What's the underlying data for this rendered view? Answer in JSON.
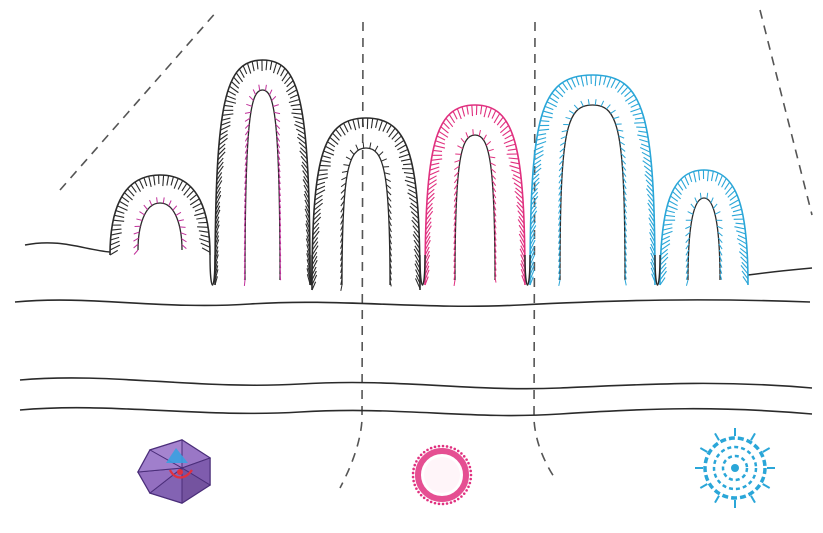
{
  "diagram": {
    "kind": "villi-cross-section-illustration",
    "colors": {
      "outline": "#2a2a2a",
      "guide_dash": "#555555",
      "magenta": "#c0309a",
      "pink": "#e0307f",
      "cyan": "#2aa6d8",
      "virus_face": "#8a67b8",
      "virus_edge": "#4b2e7a",
      "virus_core_blue": "#3aa0e0",
      "virus_core_red": "#e03040"
    },
    "villi": [
      {
        "id": "villus-1",
        "brush_color": "outline",
        "tip_color": "magenta"
      },
      {
        "id": "villus-2",
        "brush_color": "outline",
        "tip_color": "magenta"
      },
      {
        "id": "villus-3",
        "brush_color": "outline",
        "tip_color": "outline"
      },
      {
        "id": "villus-4",
        "brush_color": "pink",
        "tip_color": "pink"
      },
      {
        "id": "villus-5",
        "brush_color": "cyan",
        "tip_color": "cyan"
      },
      {
        "id": "villus-6",
        "brush_color": "cyan",
        "tip_color": "cyan"
      }
    ],
    "particles": [
      {
        "id": "icosahedral-virus",
        "icon": "icosahedron-icon"
      },
      {
        "id": "pink-ring-particle",
        "icon": "ring-icon"
      },
      {
        "id": "cyan-ring-particle",
        "icon": "concentric-ring-icon"
      }
    ]
  }
}
